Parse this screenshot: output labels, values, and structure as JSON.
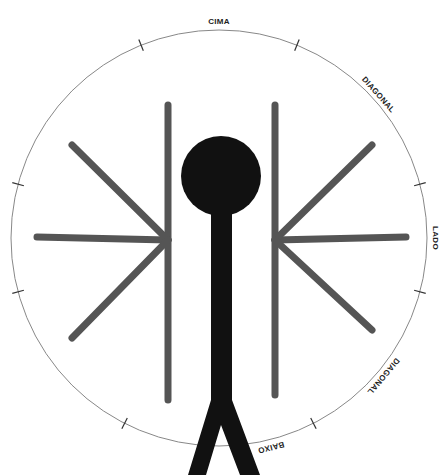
{
  "diagram": {
    "labels": [
      "CIMA",
      "DIAGONAL",
      "LADO",
      "DIAGONAL",
      "BAIXO"
    ]
  }
}
